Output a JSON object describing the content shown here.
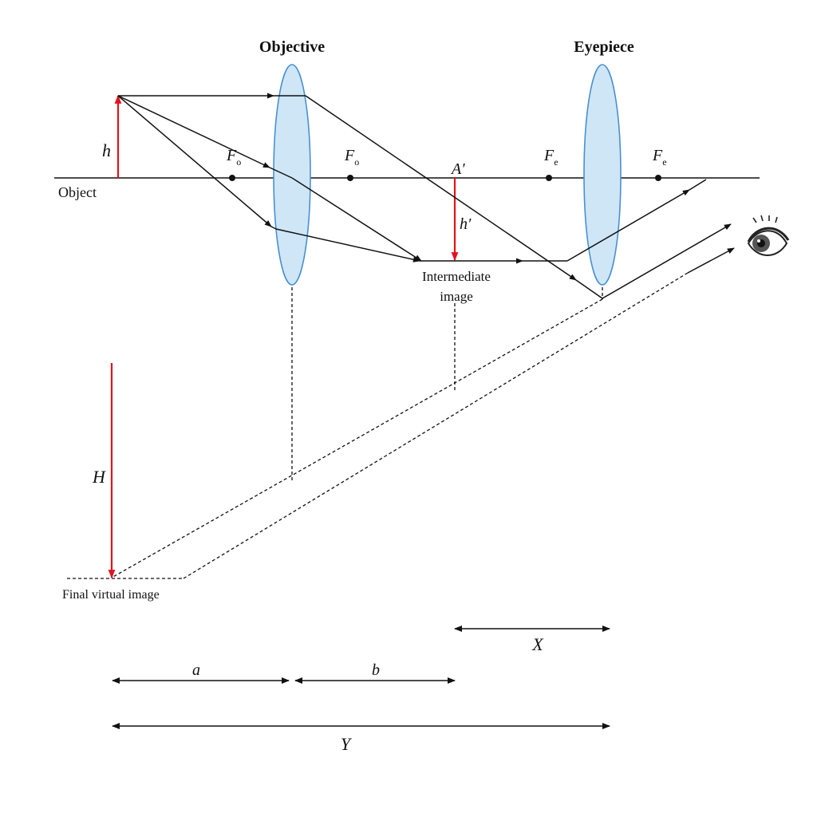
{
  "labels": {
    "objective": "Objective",
    "eyepiece": "Eyepiece",
    "object": "Object",
    "h": "h",
    "h_prime": "h′",
    "a_prime": "A′",
    "focal_objective": "F",
    "focal_objective_sub": "o",
    "focal_eyepiece": "F",
    "focal_eyepiece_sub": "e",
    "intermediate_line1": "Intermediate",
    "intermediate_line2": "image",
    "big_h": "H",
    "final_virtual_image": "Final virtual image",
    "dim_x": "X",
    "dim_a": "a",
    "dim_b": "b",
    "dim_y": "Y"
  },
  "colors": {
    "line": "#111111",
    "arrow_red": "#e0141e",
    "lens_fill": "#cfe6f7",
    "lens_stroke": "#4a90d0"
  },
  "icons": {
    "eye": "eye-icon"
  }
}
